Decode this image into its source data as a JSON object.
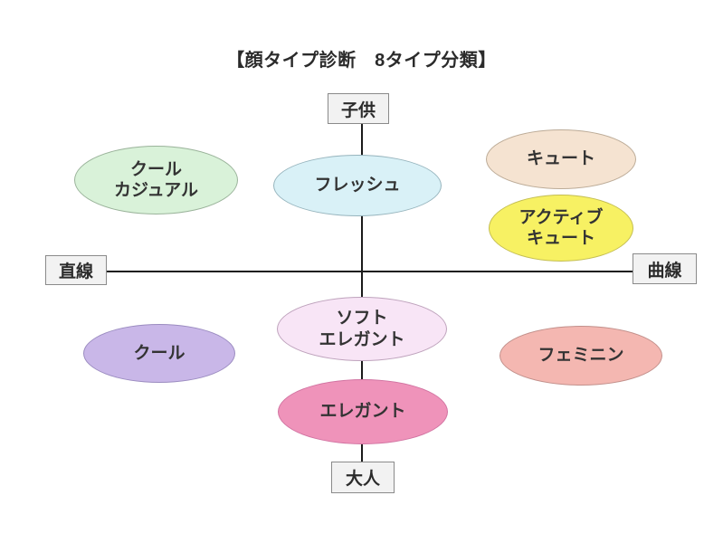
{
  "title": "【顔タイプ診断　8タイプ分類】",
  "axes": {
    "top": "子供",
    "bottom": "大人",
    "left": "直線",
    "right": "曲線"
  },
  "types": [
    {
      "id": "cool-casual",
      "label": "クール\nカジュアル",
      "fill": "#d9f2d9",
      "border": "#9ab39a"
    },
    {
      "id": "fresh",
      "label": "フレッシュ",
      "fill": "#d9f1f7",
      "border": "#96b4bd"
    },
    {
      "id": "cute",
      "label": "キュート",
      "fill": "#f5e3d1",
      "border": "#bcab97"
    },
    {
      "id": "active-cute",
      "label": "アクティブ\nキュート",
      "fill": "#f7f163",
      "border": "#c4be52"
    },
    {
      "id": "soft-elegant",
      "label": "ソフト\nエレガント",
      "fill": "#f8e5f6",
      "border": "#bea2bc"
    },
    {
      "id": "cool",
      "label": "クール",
      "fill": "#c9b7e8",
      "border": "#9b8cc0"
    },
    {
      "id": "feminine",
      "label": "フェミニン",
      "fill": "#f4b7b1",
      "border": "#c2908b"
    },
    {
      "id": "elegant",
      "label": "エレガント",
      "fill": "#ef93ba",
      "border": "#d173a1"
    }
  ],
  "colors": {
    "axis_line": "#1a1a1a",
    "axis_box_fill": "#f2f2f2",
    "axis_box_border": "#8a8a8a",
    "label_text": "#333333",
    "background": "#ffffff"
  }
}
